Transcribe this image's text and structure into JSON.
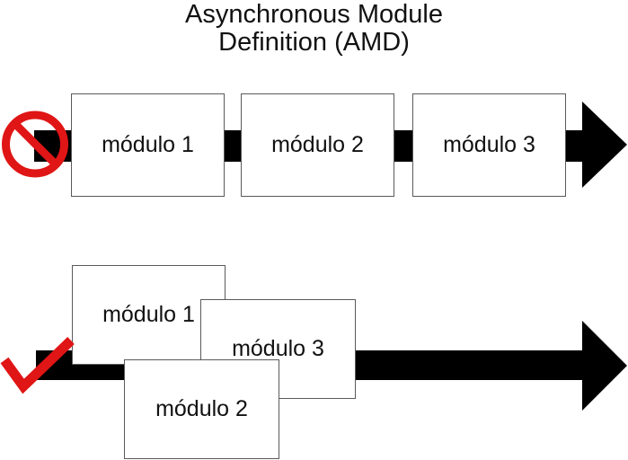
{
  "page_title": {
    "line1": "Asynchronous Module",
    "line2": "Definition (AMD)"
  },
  "colors": {
    "arrow_black": "#000000",
    "sign_red": "#e01515",
    "box_border_gray": "#5a5a5a",
    "box_fill": "#ffffff",
    "text": "#111111",
    "background": "#ffffff"
  },
  "synchronous_row": {
    "icon": "no-entry-icon",
    "modules": [
      {
        "label": "módulo 1"
      },
      {
        "label": "módulo 2"
      },
      {
        "label": "módulo 3"
      }
    ]
  },
  "asynchronous_row": {
    "icon": "checkmark-icon",
    "modules": [
      {
        "label": "módulo 1"
      },
      {
        "label": "módulo 3"
      },
      {
        "label": "módulo 2"
      }
    ]
  }
}
